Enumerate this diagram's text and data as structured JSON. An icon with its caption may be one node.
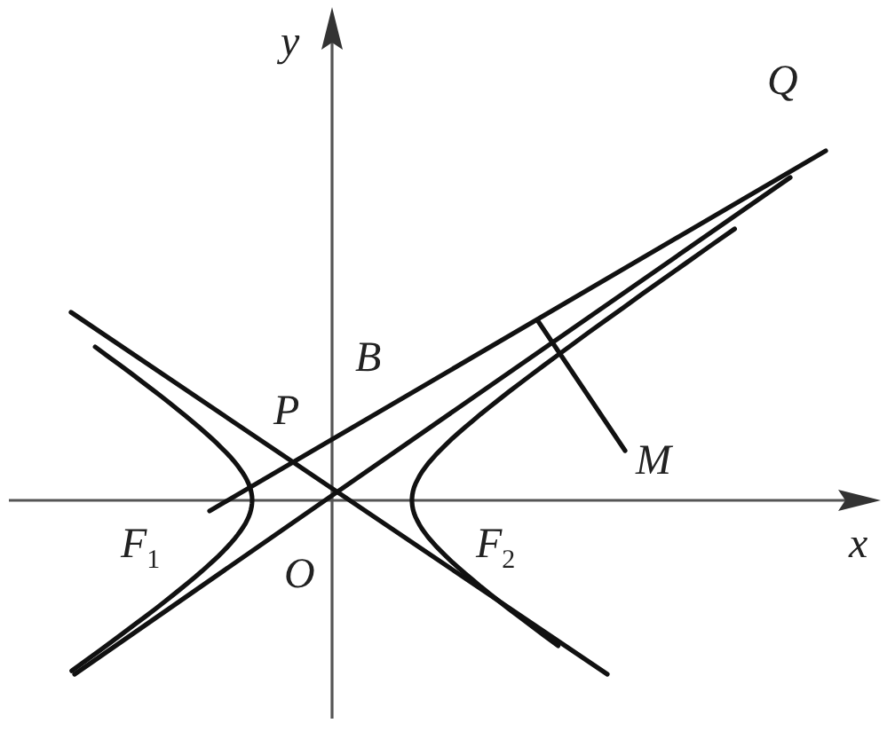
{
  "diagram": {
    "labels": [
      "y",
      "Q",
      "B",
      "P",
      "M",
      "F$_{1}$",
      "O",
      "F$_{2}$",
      "x"
    ]
  }
}
